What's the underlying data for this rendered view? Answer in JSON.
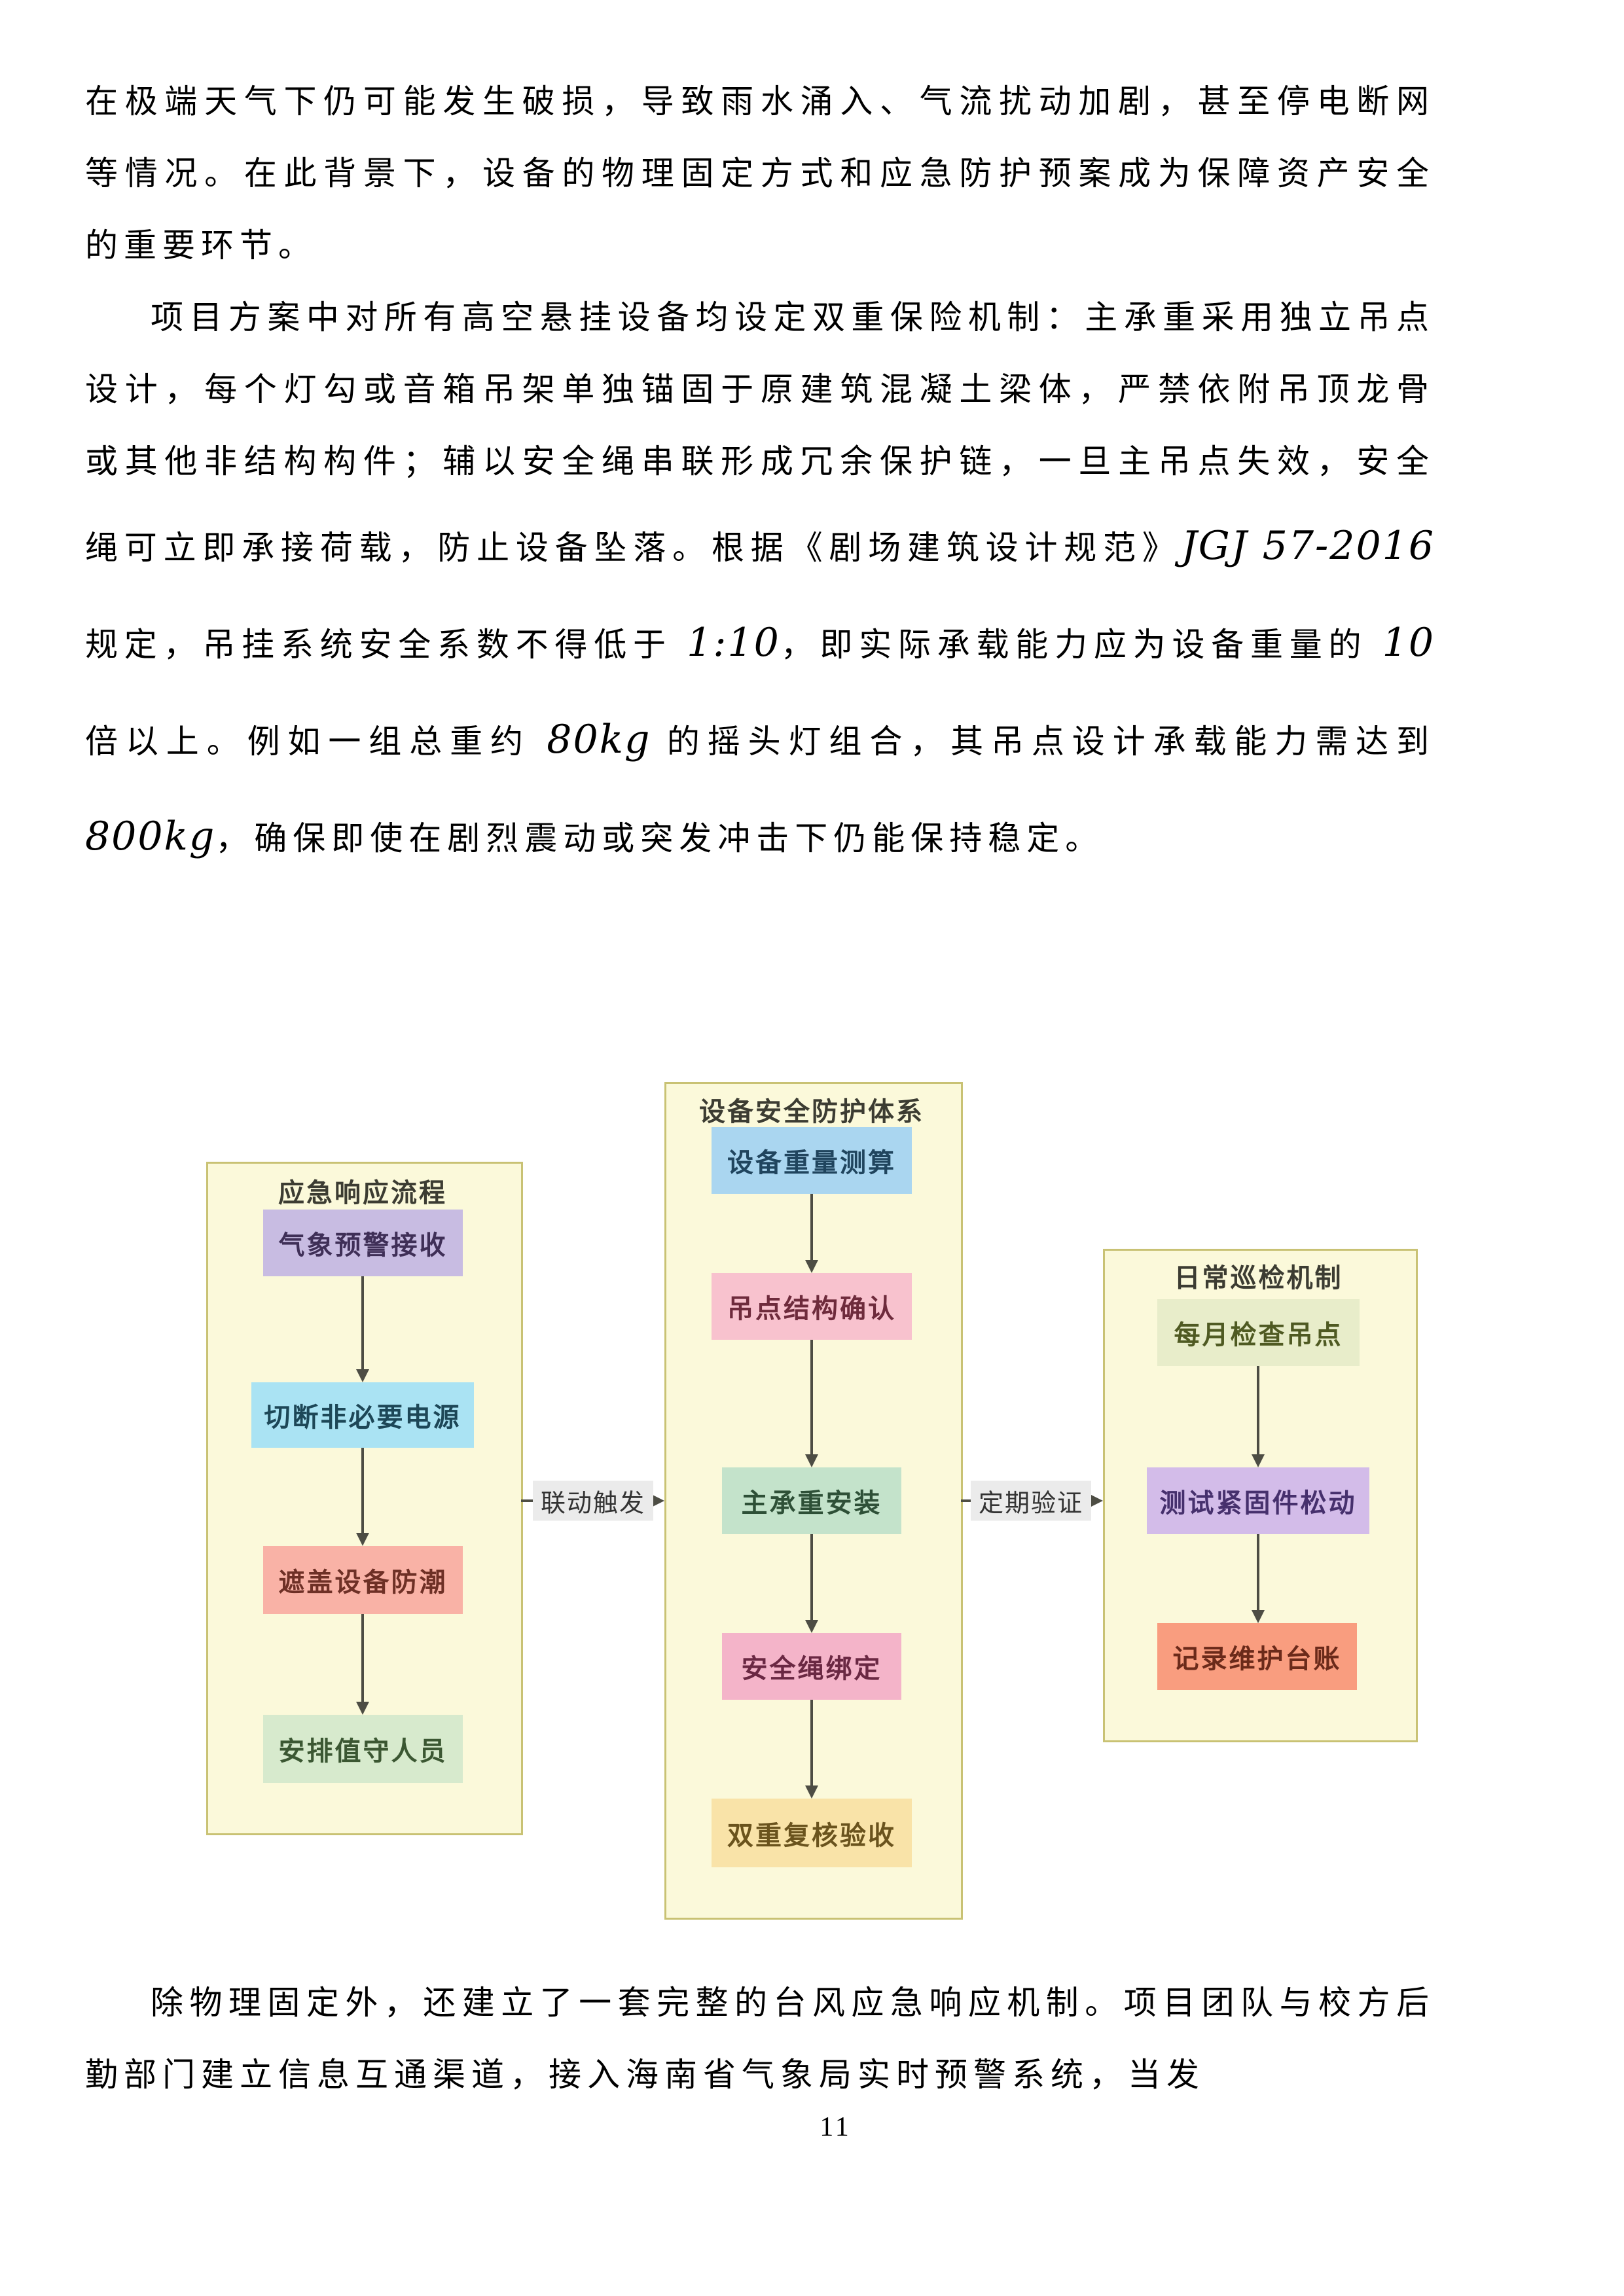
{
  "document": {
    "p1": "在极端天气下仍可能发生破损，导致雨水涌入、气流扰动加剧，甚至停电断网等情况。在此背景下，设备的物理固定方式和应急防护预案成为保障资产安全的重要环节。",
    "p2_parts": [
      {
        "t": "项目方案中对所有高空悬挂设备均设定双重保险机制：主承重采用独立吊点设计，每个灯勾或音箱吊架单独锚固于原建筑混凝土梁体，严禁依附吊顶龙骨或其他非结构构件；辅以安全绳串联形成冗余保护链，一旦主吊点失效，安全绳可立即承接荷载，防止设备坠落。根据《剧场建筑设计规范》"
      },
      {
        "t": "JGJ 57-2016"
      },
      {
        "t": " 规定，吊挂系统安全系数不得低于 "
      },
      {
        "t": "1:10"
      },
      {
        "t": "，即实际承载能力应为设备重量的 "
      },
      {
        "t": "10"
      },
      {
        "t": " 倍以上。例如一组总重约 "
      },
      {
        "t": "80kg"
      },
      {
        "t": " 的摇头灯组合，其吊点设计承载能力需达到 "
      },
      {
        "t": "800kg"
      },
      {
        "t": "，确保即使在剧烈震动或突发冲击下仍能保持稳定。"
      }
    ],
    "p3": "除物理固定外，还建立了一套完整的台风应急响应机制。项目团队与校方后勤部门建立信息互通渠道，接入海南省气象局实时预警系统，当发",
    "page_number": "11"
  },
  "diagram": {
    "container_fill": "#fbf9da",
    "container_border": "#c9c274",
    "arrow_color": "#4d4d44",
    "edge_label_bg": "#ebebeb",
    "containers": {
      "emergency": {
        "title": "应急响应流程",
        "nodes": [
          {
            "label": "气象预警接收",
            "fill": "#c8bce2",
            "fg": "#3f2f57"
          },
          {
            "label": "切断非必要电源",
            "fill": "#aae3f3",
            "fg": "#1d4757"
          },
          {
            "label": "遮盖设备防潮",
            "fill": "#f9b2a6",
            "fg": "#6e3026"
          },
          {
            "label": "安排值守人员",
            "fill": "#d7eacd",
            "fg": "#3b5732"
          }
        ]
      },
      "protection": {
        "title": "设备安全防护体系",
        "nodes": [
          {
            "label": "设备重量测算",
            "fill": "#aad6f0",
            "fg": "#20455e"
          },
          {
            "label": "吊点结构确认",
            "fill": "#f8c2ce",
            "fg": "#6e2b3c"
          },
          {
            "label": "主承重安装",
            "fill": "#c4e3cb",
            "fg": "#2e5037"
          },
          {
            "label": "安全绳绑定",
            "fill": "#f4b4c9",
            "fg": "#6a2843"
          },
          {
            "label": "双重复核验收",
            "fill": "#f9e3a8",
            "fg": "#6a531d"
          }
        ]
      },
      "inspection": {
        "title": "日常巡检机制",
        "nodes": [
          {
            "label": "每月检查吊点",
            "fill": "#e8edca",
            "fg": "#4f5a22"
          },
          {
            "label": "测试紧固件松动",
            "fill": "#d3bce9",
            "fg": "#46306d"
          },
          {
            "label": "记录维护台账",
            "fill": "#f99d7f",
            "fg": "#6b2a1a"
          }
        ]
      }
    },
    "edges": {
      "left_to_middle": "联动触发",
      "middle_to_right": "定期验证"
    }
  }
}
